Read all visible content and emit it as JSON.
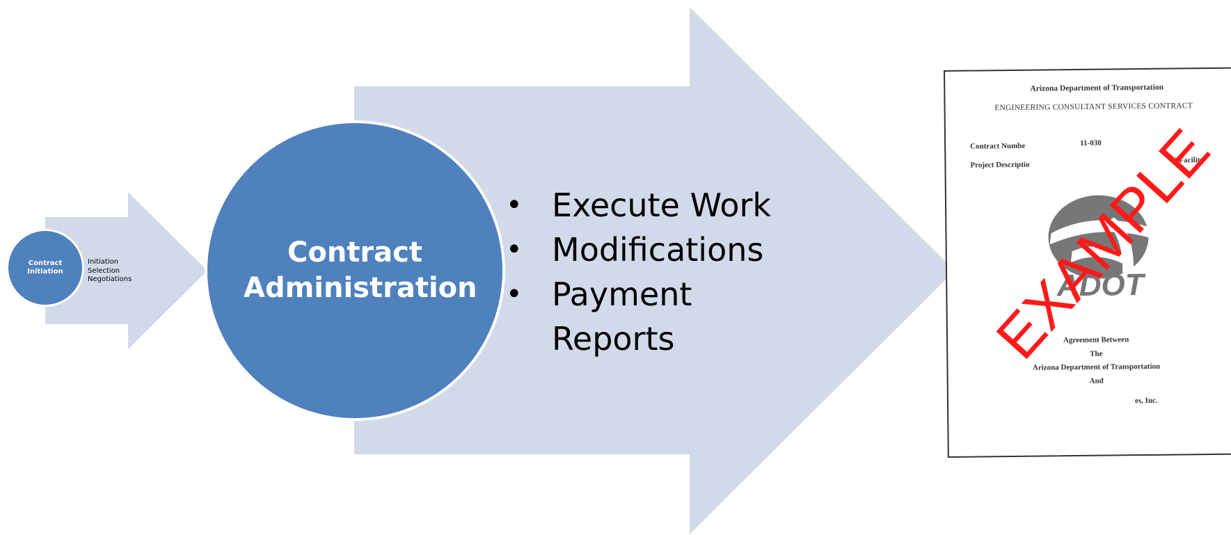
{
  "stage_small": {
    "title": "Contract Initiation",
    "items": [
      "Initiation",
      "Selection",
      "Negotiations"
    ]
  },
  "stage_main": {
    "title": "Contract Administration",
    "items": [
      "Execute Work",
      "Modifications",
      "Payment",
      "Reports"
    ]
  },
  "document": {
    "agency": "Arizona Department of Transportation",
    "contract_type": "ENGINEERING CONSULTANT SERVICES CONTRACT",
    "contract_number_label": "Contract Numbe",
    "contract_number_value": "11-030",
    "project_desc_label": "Project Descriptio",
    "project_desc_value": ":) Facility",
    "logo_text": "ADOT",
    "agreement_lines": [
      "Agreement Between",
      "The",
      "Arizona Department of Transportation",
      "And"
    ],
    "consultant_partial": "es, Inc.",
    "stamp": "EXAMPLE"
  },
  "colors": {
    "circle": "#4f81bd",
    "arrow": "#d3dbea",
    "stamp": "#ff1a1a"
  }
}
